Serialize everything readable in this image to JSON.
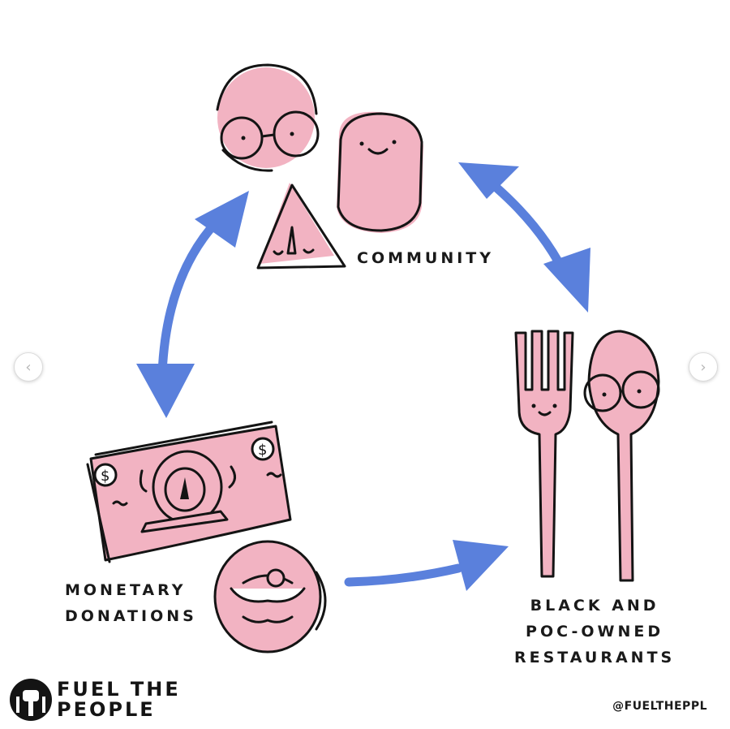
{
  "labels": {
    "community": "COMMUNITY",
    "donations_line1": "MONETARY",
    "donations_line2": "DONATIONS",
    "restaurants_line1": "BLACK AND",
    "restaurants_line2": "POC-OWNED",
    "restaurants_line3": "RESTAURANTS"
  },
  "brand": {
    "line1": "FUEL THE",
    "line2": "PEOPLE",
    "handle": "@FUELTHEPPL"
  },
  "nav": {
    "prev_icon": "chevron-left-icon",
    "next_icon": "chevron-right-icon",
    "prev_glyph": "‹",
    "next_glyph": "›"
  },
  "colors": {
    "pink": "#f2b3c2",
    "arrow_blue": "#5a80dc",
    "ink": "#141414"
  }
}
